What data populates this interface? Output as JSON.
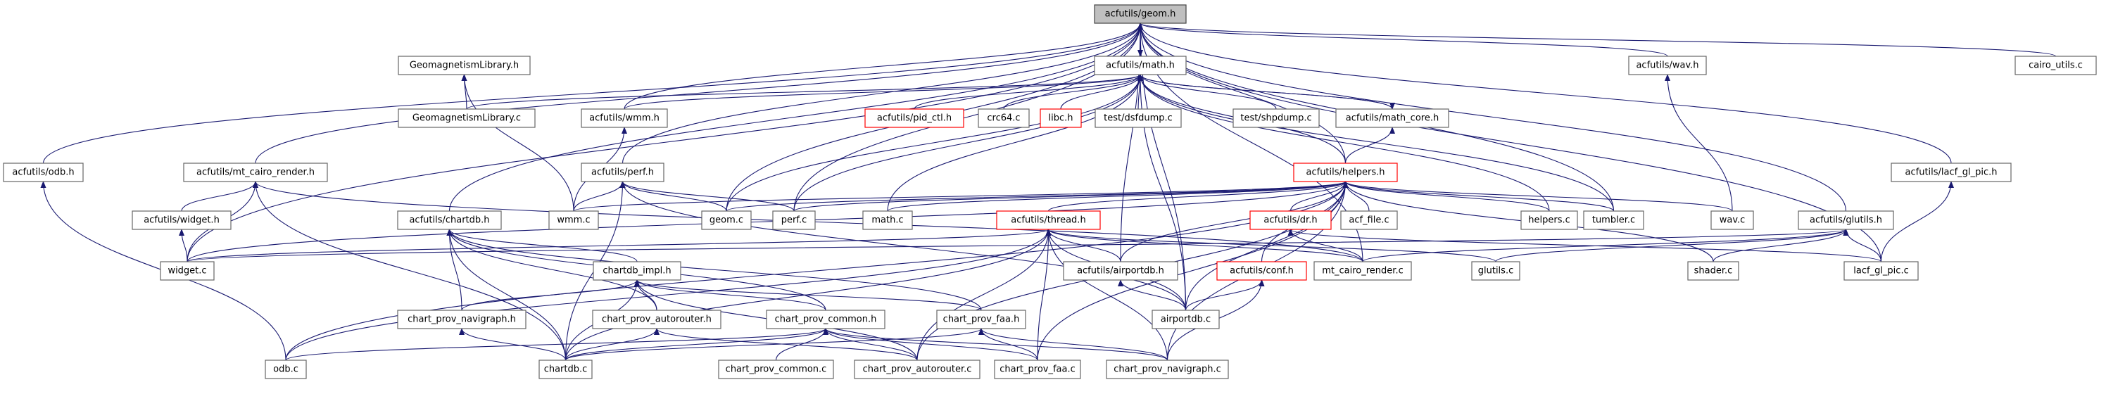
{
  "diagram": {
    "root": "acfutils/geom.h",
    "nodes": [
      {
        "id": "geom_h",
        "label": "acfutils/geom.h",
        "root": true
      },
      {
        "id": "odb_h",
        "label": "acfutils/odb.h"
      },
      {
        "id": "geomag_lib_h",
        "label": "GeomagnetismLibrary.h"
      },
      {
        "id": "geomag_lib_c",
        "label": "GeomagnetismLibrary.c"
      },
      {
        "id": "math_h",
        "label": "acfutils/math.h"
      },
      {
        "id": "wmm_h",
        "label": "acfutils/wmm.h"
      },
      {
        "id": "pid_ctl_h",
        "label": "acfutils/pid_ctl.h",
        "truncated": true
      },
      {
        "id": "crc64_c",
        "label": "crc64.c"
      },
      {
        "id": "libc_h",
        "label": "libc.h",
        "truncated": true
      },
      {
        "id": "dsfdump_c",
        "label": "test/dsfdump.c"
      },
      {
        "id": "shpdump_c",
        "label": "test/shpdump.c"
      },
      {
        "id": "math_core_h",
        "label": "acfutils/math_core.h"
      },
      {
        "id": "wav_h",
        "label": "acfutils/wav.h"
      },
      {
        "id": "cairo_utils_c",
        "label": "cairo_utils.c"
      },
      {
        "id": "mt_cairo_render_h",
        "label": "acfutils/mt_cairo_render.h"
      },
      {
        "id": "widget_h",
        "label": "acfutils/widget.h"
      },
      {
        "id": "perf_h",
        "label": "acfutils/perf.h"
      },
      {
        "id": "wmm_c",
        "label": "wmm.c"
      },
      {
        "id": "geom_c",
        "label": "geom.c"
      },
      {
        "id": "perf_c",
        "label": "perf.c"
      },
      {
        "id": "math_c",
        "label": "math.c"
      },
      {
        "id": "helpers_h",
        "label": "acfutils/helpers.h",
        "truncated": true
      },
      {
        "id": "dr_h",
        "label": "acfutils/dr.h",
        "truncated": true
      },
      {
        "id": "acf_file_c",
        "label": "acf_file.c"
      },
      {
        "id": "helpers_c",
        "label": "helpers.c"
      },
      {
        "id": "tumbler_c",
        "label": "tumbler.c"
      },
      {
        "id": "wav_c",
        "label": "wav.c"
      },
      {
        "id": "lacf_gl_pic_h",
        "label": "acfutils/lacf_gl_pic.h"
      },
      {
        "id": "glutils_h",
        "label": "acfutils/glutils.h"
      },
      {
        "id": "chartdb_h",
        "label": "acfutils/chartdb.h"
      },
      {
        "id": "thread_h",
        "label": "acfutils/thread.h",
        "truncated": true
      },
      {
        "id": "airportdb_h",
        "label": "acfutils/airportdb.h"
      },
      {
        "id": "mt_cairo_render_c",
        "label": "mt_cairo_render.c"
      },
      {
        "id": "glutils_c",
        "label": "glutils.c"
      },
      {
        "id": "shader_c",
        "label": "shader.c"
      },
      {
        "id": "lacf_gl_pic_c",
        "label": "lacf_gl_pic.c"
      },
      {
        "id": "widget_c",
        "label": "widget.c"
      },
      {
        "id": "chartdb_impl_h",
        "label": "chartdb_impl.h"
      },
      {
        "id": "conf_h",
        "label": "acfutils/conf.h",
        "truncated": true
      },
      {
        "id": "chart_prov_navigraph_h",
        "label": "chart_prov_navigraph.h"
      },
      {
        "id": "chart_prov_autorouter_h",
        "label": "chart_prov_autorouter.h"
      },
      {
        "id": "chart_prov_common_h",
        "label": "chart_prov_common.h"
      },
      {
        "id": "chart_prov_faa_h",
        "label": "chart_prov_faa.h"
      },
      {
        "id": "airportdb_c",
        "label": "airportdb.c"
      },
      {
        "id": "odb_c",
        "label": "odb.c"
      },
      {
        "id": "chartdb_c",
        "label": "chartdb.c"
      },
      {
        "id": "chart_prov_common_c",
        "label": "chart_prov_common.c"
      },
      {
        "id": "chart_prov_autorouter_c",
        "label": "chart_prov_autorouter.c"
      },
      {
        "id": "chart_prov_faa_c",
        "label": "chart_prov_faa.c"
      },
      {
        "id": "chart_prov_navigraph_c",
        "label": "chart_prov_navigraph.c"
      }
    ],
    "edges": [
      [
        "geom_h",
        "odb_h"
      ],
      [
        "geom_h",
        "math_h"
      ],
      [
        "geom_h",
        "mt_cairo_render_h"
      ],
      [
        "geom_h",
        "wmm_h"
      ],
      [
        "geom_h",
        "wav_h"
      ],
      [
        "geom_h",
        "cairo_utils_c"
      ],
      [
        "geom_h",
        "perf_h"
      ],
      [
        "geom_h",
        "geom_c"
      ],
      [
        "geom_h",
        "perf_c"
      ],
      [
        "geom_h",
        "widget_c"
      ],
      [
        "geom_h",
        "chartdb_h"
      ],
      [
        "geom_h",
        "tumbler_c"
      ],
      [
        "geom_h",
        "helpers_h"
      ],
      [
        "geom_h",
        "lacf_gl_pic_h"
      ],
      [
        "geom_h",
        "glutils_h"
      ],
      [
        "geom_h",
        "airportdb_h"
      ],
      [
        "geom_h",
        "mt_cairo_render_c"
      ],
      [
        "geom_h",
        "lacf_gl_pic_c"
      ],
      [
        "geom_h",
        "airportdb_c"
      ],
      [
        "math_h",
        "geom_h"
      ],
      [
        "geomag_lib_h",
        "geomag_lib_c"
      ],
      [
        "geomag_lib_h",
        "wmm_c"
      ],
      [
        "math_h",
        "geomag_lib_c"
      ],
      [
        "math_h",
        "wmm_h"
      ],
      [
        "math_h",
        "pid_ctl_h"
      ],
      [
        "math_h",
        "crc64_c"
      ],
      [
        "math_h",
        "libc_h"
      ],
      [
        "math_h",
        "dsfdump_c"
      ],
      [
        "math_h",
        "shpdump_c"
      ],
      [
        "math_h",
        "math_core_h"
      ],
      [
        "math_h",
        "geom_c"
      ],
      [
        "math_h",
        "perf_c"
      ],
      [
        "math_h",
        "math_c"
      ],
      [
        "math_h",
        "helpers_c"
      ],
      [
        "math_h",
        "tumbler_c"
      ],
      [
        "math_h",
        "airportdb_c"
      ],
      [
        "math_h",
        "helpers_h"
      ],
      [
        "math_core_h",
        "math_h"
      ],
      [
        "math_core_h",
        "helpers_h"
      ],
      [
        "wmm_h",
        "wmm_c"
      ],
      [
        "wav_h",
        "wav_c"
      ],
      [
        "odb_h",
        "odb_c"
      ],
      [
        "mt_cairo_render_h",
        "widget_h"
      ],
      [
        "mt_cairo_render_h",
        "widget_c"
      ],
      [
        "mt_cairo_render_h",
        "chartdb_c"
      ],
      [
        "mt_cairo_render_h",
        "mt_cairo_render_c"
      ],
      [
        "widget_h",
        "widget_c"
      ],
      [
        "perf_h",
        "wmm_c"
      ],
      [
        "perf_h",
        "geom_c"
      ],
      [
        "perf_h",
        "perf_c"
      ],
      [
        "perf_h",
        "chartdb_c"
      ],
      [
        "perf_h",
        "airportdb_c"
      ],
      [
        "helpers_h",
        "wmm_c"
      ],
      [
        "helpers_h",
        "geom_c"
      ],
      [
        "helpers_h",
        "perf_c"
      ],
      [
        "helpers_h",
        "math_c"
      ],
      [
        "helpers_h",
        "dr_h"
      ],
      [
        "helpers_h",
        "acf_file_c"
      ],
      [
        "helpers_h",
        "helpers_c"
      ],
      [
        "helpers_h",
        "tumbler_c"
      ],
      [
        "helpers_h",
        "wav_c"
      ],
      [
        "helpers_h",
        "thread_h"
      ],
      [
        "helpers_h",
        "airportdb_h"
      ],
      [
        "helpers_h",
        "conf_h"
      ],
      [
        "helpers_h",
        "shader_c"
      ],
      [
        "helpers_h",
        "widget_c"
      ],
      [
        "helpers_h",
        "odb_c"
      ],
      [
        "helpers_h",
        "airportdb_c"
      ],
      [
        "helpers_h",
        "chart_prov_navigraph_c"
      ],
      [
        "helpers_h",
        "chart_prov_faa_c"
      ],
      [
        "helpers_h",
        "chart_prov_autorouter_c"
      ],
      [
        "dr_h",
        "mt_cairo_render_c"
      ],
      [
        "dr_h",
        "lacf_gl_pic_c"
      ],
      [
        "lacf_gl_pic_h",
        "lacf_gl_pic_c"
      ],
      [
        "glutils_h",
        "mt_cairo_render_c"
      ],
      [
        "glutils_h",
        "glutils_c"
      ],
      [
        "glutils_h",
        "shader_c"
      ],
      [
        "glutils_h",
        "lacf_gl_pic_c"
      ],
      [
        "glutils_h",
        "widget_c"
      ],
      [
        "chartdb_h",
        "chartdb_impl_h"
      ],
      [
        "chartdb_h",
        "chart_prov_navigraph_h"
      ],
      [
        "chartdb_h",
        "chart_prov_autorouter_h"
      ],
      [
        "chartdb_h",
        "chart_prov_common_h"
      ],
      [
        "chartdb_h",
        "chart_prov_faa_h"
      ],
      [
        "chartdb_h",
        "chartdb_c"
      ],
      [
        "thread_h",
        "airportdb_h"
      ],
      [
        "thread_h",
        "glutils_c"
      ],
      [
        "thread_h",
        "widget_c"
      ],
      [
        "thread_h",
        "odb_c"
      ],
      [
        "thread_h",
        "chartdb_c"
      ],
      [
        "thread_h",
        "airportdb_c"
      ],
      [
        "thread_h",
        "mt_cairo_render_c"
      ],
      [
        "thread_h",
        "chart_prov_faa_c"
      ],
      [
        "thread_h",
        "chart_prov_navigraph_c"
      ],
      [
        "thread_h",
        "chart_prov_autorouter_c"
      ],
      [
        "airportdb_h",
        "airportdb_c"
      ],
      [
        "conf_h",
        "airportdb_c"
      ],
      [
        "conf_h",
        "chart_prov_navigraph_c"
      ],
      [
        "chartdb_impl_h",
        "chart_prov_navigraph_h"
      ],
      [
        "chartdb_impl_h",
        "chart_prov_autorouter_h"
      ],
      [
        "chartdb_impl_h",
        "chart_prov_common_h"
      ],
      [
        "chartdb_impl_h",
        "chart_prov_faa_h"
      ],
      [
        "chartdb_impl_h",
        "chartdb_c"
      ],
      [
        "chartdb_impl_h",
        "chart_prov_autorouter_c"
      ],
      [
        "chart_prov_navigraph_h",
        "chartdb_c"
      ],
      [
        "chart_prov_autorouter_h",
        "chartdb_c"
      ],
      [
        "chart_prov_autorouter_h",
        "chart_prov_autorouter_c"
      ],
      [
        "chart_prov_common_h",
        "odb_c"
      ],
      [
        "chart_prov_common_h",
        "chartdb_c"
      ],
      [
        "chart_prov_common_h",
        "chart_prov_common_c"
      ],
      [
        "chart_prov_common_h",
        "chart_prov_autorouter_c"
      ],
      [
        "chart_prov_common_h",
        "chart_prov_faa_c"
      ],
      [
        "chart_prov_common_h",
        "chart_prov_navigraph_c"
      ],
      [
        "chart_prov_faa_h",
        "chartdb_c"
      ],
      [
        "chart_prov_faa_h",
        "chart_prov_faa_c"
      ],
      [
        "chart_prov_faa_h",
        "chart_prov_navigraph_c"
      ]
    ]
  },
  "colors": {
    "edge": "#191970",
    "node_border": "#666666",
    "truncated_border": "#ff0000",
    "root_fill": "#bfbfbf"
  }
}
